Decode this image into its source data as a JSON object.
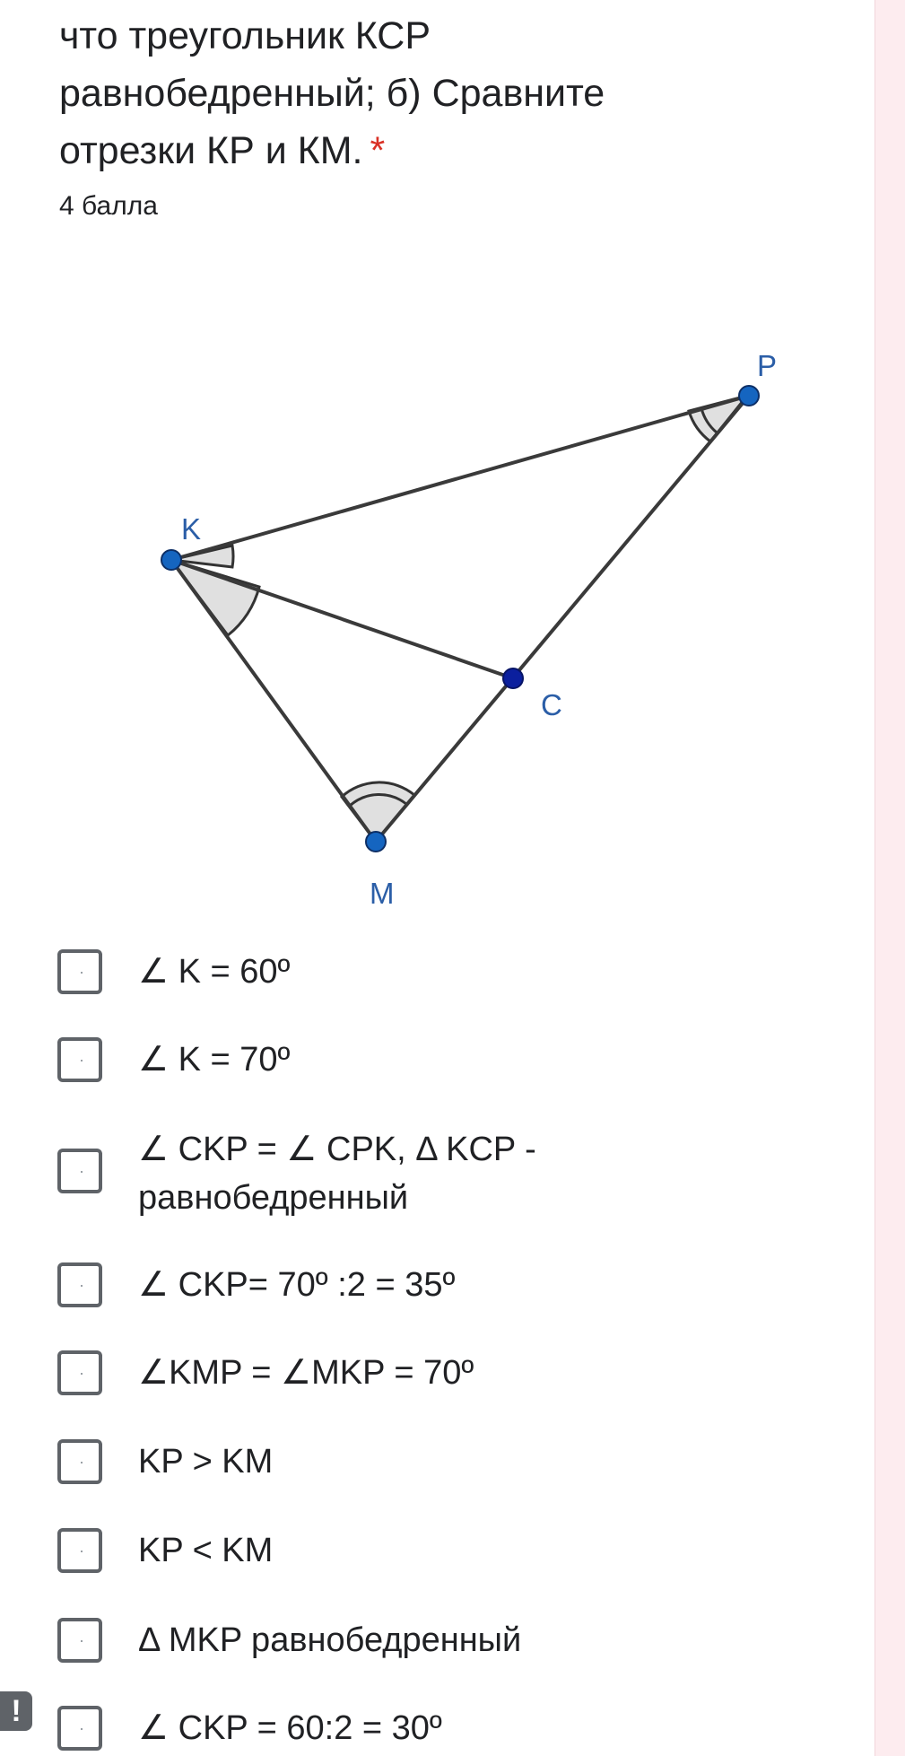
{
  "question": {
    "title_lines": [
      "что треугольник КСР",
      "равнобедренный; б) Сравните",
      "отрезки КР и КМ."
    ],
    "required_mark": "*",
    "points": "4 балла"
  },
  "figure": {
    "labels": {
      "K": "K",
      "P": "P",
      "C": "C",
      "M": "M"
    }
  },
  "options": [
    {
      "lines": [
        "∠ K = 60º"
      ]
    },
    {
      "lines": [
        "∠ K = 70º"
      ]
    },
    {
      "lines": [
        "∠ CKP = ∠ CPK, Δ KCP -",
        "равнобедренный"
      ]
    },
    {
      "lines": [
        "∠ CKP= 70º :2 = 35º"
      ]
    },
    {
      "lines": [
        "∠KMP = ∠MKP = 70º"
      ]
    },
    {
      "lines": [
        "KP > KM"
      ]
    },
    {
      "lines": [
        "KP < KM"
      ]
    },
    {
      "lines": [
        "Δ MKP равнобедренный"
      ]
    },
    {
      "lines": [
        "∠ CKP = 60:2 = 30º"
      ]
    }
  ],
  "alert_icon": "!",
  "colors": {
    "required": "#d93025",
    "point_fill": "#1565c0",
    "point_label": "#2b5ea7",
    "checkbox_border": "#5f6368",
    "side_strip": "#fdecef"
  }
}
